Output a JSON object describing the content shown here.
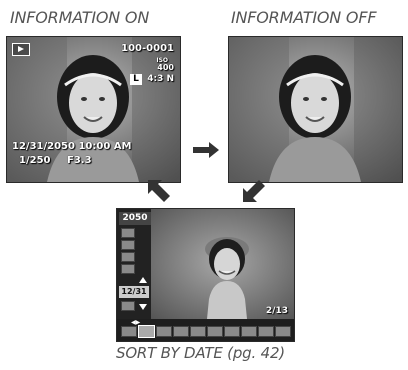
{
  "captions": {
    "info_on": "INFORMATION ON",
    "info_off": "INFORMATION OFF",
    "sort": "SORT BY DATE (pg. 42)"
  },
  "screen_on": {
    "mode_icon": "playback-icon",
    "frame_no": "100-0001",
    "iso_small": "ISO",
    "iso_value": "400",
    "size_badge": "L",
    "ratio_quality": "4:3 N",
    "datetime": "12/31/2050  10:00 AM",
    "shutter": "1/250",
    "aperture": "F3.3"
  },
  "screen_sort": {
    "year": "2050",
    "date": "12/31",
    "counter": "2/13"
  },
  "icons": {
    "arrow_right": "arrow-right-icon",
    "arrow_down_left": "arrow-down-left-icon",
    "arrow_up_left": "arrow-up-left-icon"
  }
}
